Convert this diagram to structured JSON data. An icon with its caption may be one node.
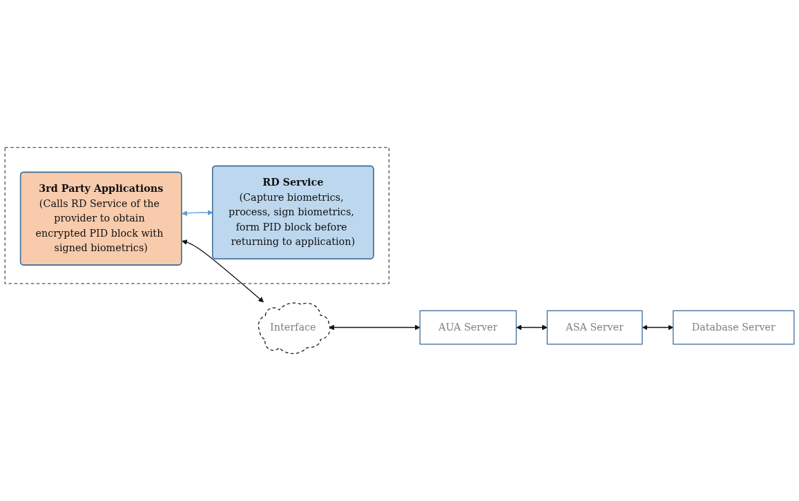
{
  "diagram": {
    "nodes": [
      {
        "text": [],
        "shape": "box"
      },
      {
        "text": [
          "3rd Party Applications",
          "(Calls RD Service of the provider to obtain encrypted PID block with signed biometrics)"
        ],
        "in": 0
      },
      {
        "text": [
          "RD Service",
          "(Capture biometrics, process, sign biometrics, form PID block before returning to application)"
        ],
        "in": 0
      },
      {
        "text": [
          "Interface"
        ]
      },
      {
        "text": [
          "AUA Server"
        ]
      },
      {
        "text": [
          "ASA Server"
        ]
      },
      {
        "text": [
          "Database Server"
        ]
      }
    ],
    "edges": [
      {
        "from": 1,
        "to": 3,
        "arrow": "both"
      },
      {
        "from": 3,
        "to": 4,
        "arrow": "both"
      },
      {
        "from": 1,
        "to": 2,
        "arrow": "both",
        "color": "#5b9bd5"
      },
      {
        "from": 4,
        "to": 5,
        "arrow": "both"
      },
      {
        "from": 5,
        "to": 6,
        "arrow": "both"
      }
    ]
  }
}
